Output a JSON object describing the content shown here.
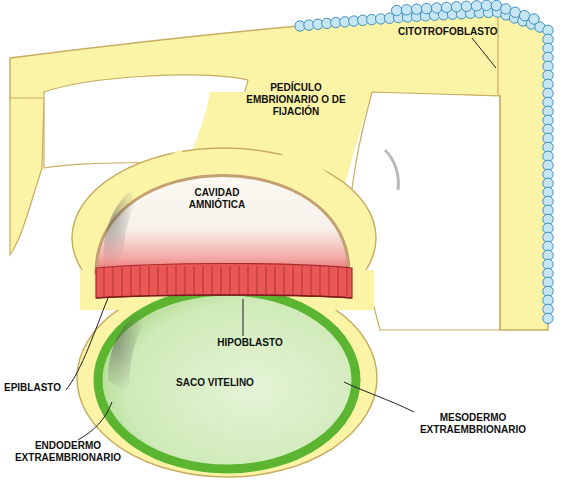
{
  "diagram": {
    "nodes": [
      {
        "text": [
          "PEDÍCULO EMBRIONARIO O DE FIJACIÓN"
        ]
      },
      {
        "text": [
          "CAVIDAD AMNIÓTICA"
        ]
      },
      {
        "text": [
          "SACO VITELINO"
        ]
      }
    ],
    "labels": [
      "CITOTROFOBLASTO",
      "HIPOBLASTO",
      "EPIBLASTO",
      "ENDODERMO EXTRAEMBRIONARIO",
      "MESODERMO EXTRAEMBRIONARIO"
    ]
  }
}
